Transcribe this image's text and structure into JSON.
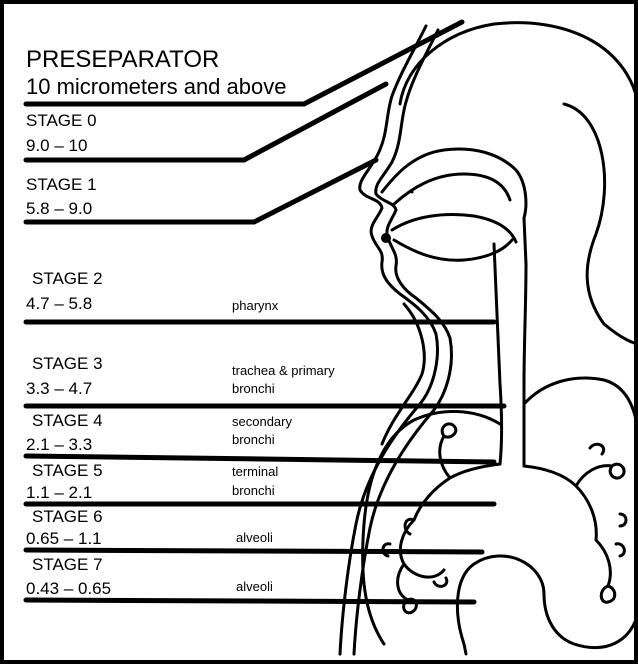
{
  "preseparator": {
    "title": "PRESEPARATOR",
    "subtitle": "10 micrometers and above"
  },
  "stages": [
    {
      "label": "STAGE 0",
      "range": "9.0 – 10",
      "region": ""
    },
    {
      "label": "STAGE 1",
      "range": "5.8 – 9.0",
      "region": ""
    },
    {
      "label": "STAGE 2",
      "range": "4.7 – 5.8",
      "region": "pharynx"
    },
    {
      "label": "STAGE 3",
      "range": "3.3 – 4.7",
      "region": "trachea & primary",
      "region2": "bronchi"
    },
    {
      "label": "STAGE 4",
      "range": "2.1 – 3.3",
      "region": "secondary",
      "region2": "bronchi"
    },
    {
      "label": "STAGE 5",
      "range": "1.1 – 2.1",
      "region": "terminal",
      "region2": "bronchi"
    },
    {
      "label": "STAGE 6",
      "range": "0.65 – 1.1",
      "region": "alveoli"
    },
    {
      "label": "STAGE 7",
      "range": "0.43 – 0.65",
      "region": "alveoli"
    }
  ],
  "colors": {
    "ink": "#000000",
    "background": "#ffffff"
  }
}
